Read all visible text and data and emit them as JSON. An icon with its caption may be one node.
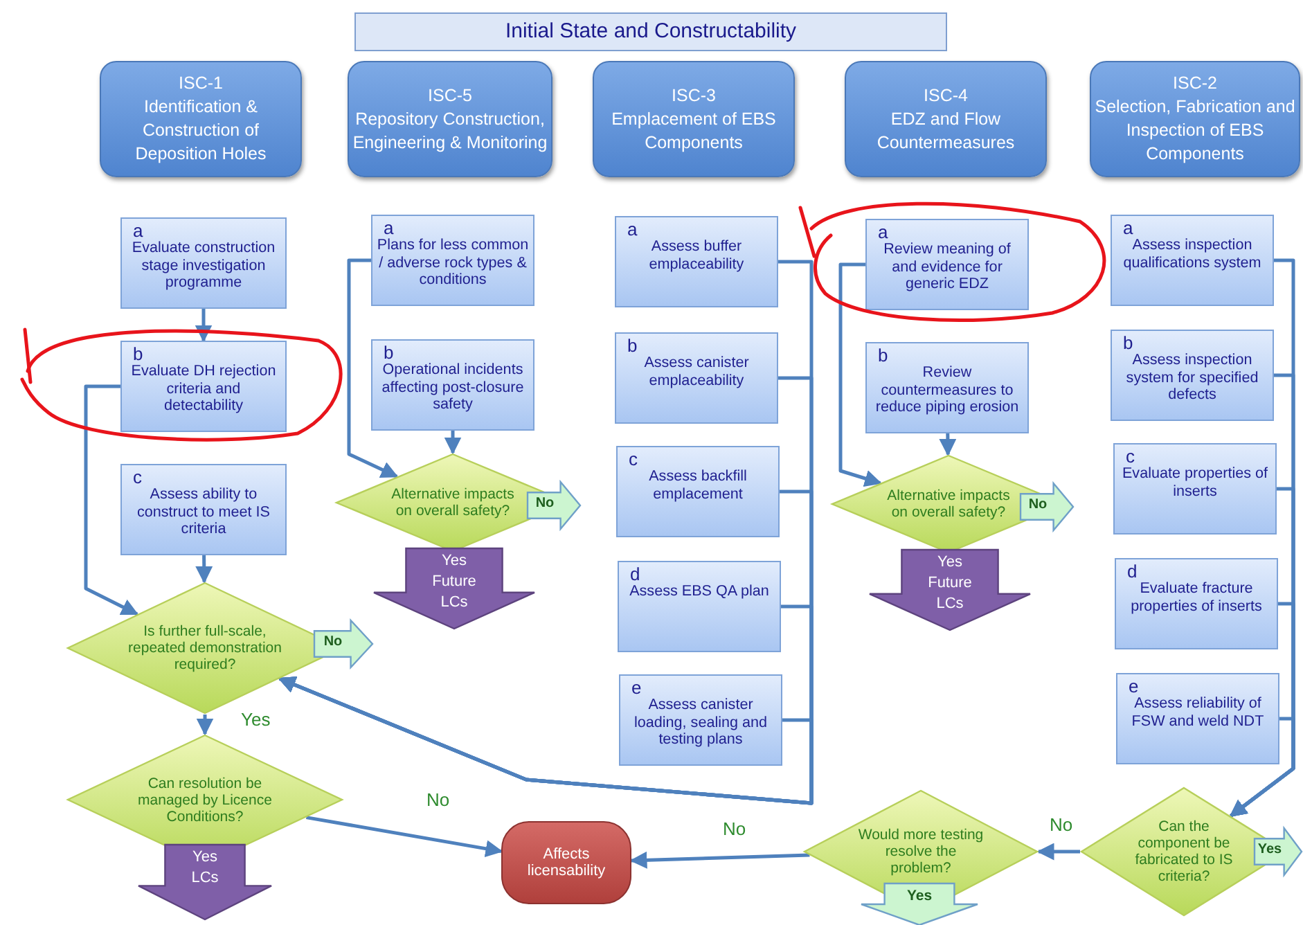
{
  "diagram": {
    "title": "Initial State and Constructability",
    "nodes": [
      {
        "text": [
          "ISC-1",
          "Identification & Construction of Deposition Holes"
        ]
      },
      {
        "text": [
          "ISC-5",
          "Repository Construction, Engineering & Monitoring"
        ]
      },
      {
        "text": [
          "ISC-3",
          "Emplacement of EBS Components"
        ]
      },
      {
        "text": [
          "ISC-4",
          "EDZ and Flow Countermeasures"
        ]
      },
      {
        "text": [
          "ISC-2",
          "Selection, Fabrication and Inspection of EBS Components"
        ]
      },
      {
        "text": [
          "a",
          "Evaluate construction stage investigation programme"
        ]
      },
      {
        "text": [
          "b",
          "Evaluate DH rejection criteria and detectability"
        ]
      },
      {
        "text": [
          "c",
          "Assess ability to construct to meet IS criteria"
        ]
      },
      {
        "text": [
          "Is further full-scale, repeated demonstration required?"
        ]
      },
      {
        "text": [
          "No"
        ]
      },
      {
        "text": [
          "Can resolution be managed by Licence Conditions?"
        ]
      },
      {
        "text": [
          "Yes LCs"
        ]
      },
      {
        "text": [
          "a",
          "Plans for less common / adverse rock types & conditions"
        ]
      },
      {
        "text": [
          "b",
          "Operational incidents affecting post-closure safety"
        ]
      },
      {
        "text": [
          "Alternative impacts on overall safety?"
        ]
      },
      {
        "text": [
          "No"
        ]
      },
      {
        "text": [
          "Yes Future LCs"
        ]
      },
      {
        "text": [
          "a",
          "Assess buffer emplaceability"
        ]
      },
      {
        "text": [
          "b",
          "Assess canister emplaceability"
        ]
      },
      {
        "text": [
          "c",
          "Assess backfill emplacement"
        ]
      },
      {
        "text": [
          "d",
          "Assess EBS QA plan"
        ]
      },
      {
        "text": [
          "e",
          "Assess canister loading, sealing and testing plans"
        ]
      },
      {
        "text": [
          "a",
          "Review meaning of and evidence for generic EDZ"
        ]
      },
      {
        "text": [
          "b",
          "Review countermeasures to reduce piping erosion"
        ]
      },
      {
        "text": [
          "Alternative impacts on overall safety?"
        ]
      },
      {
        "text": [
          "No"
        ]
      },
      {
        "text": [
          "Yes Future LCs"
        ]
      },
      {
        "text": [
          "a",
          "Assess inspection qualifications system"
        ]
      },
      {
        "text": [
          "b",
          "Assess inspection system for specified defects"
        ]
      },
      {
        "text": [
          "c",
          "Evaluate properties of inserts"
        ]
      },
      {
        "text": [
          "d",
          "Evaluate fracture properties of inserts"
        ]
      },
      {
        "text": [
          "e",
          "Assess reliability of FSW and weld NDT"
        ]
      },
      {
        "text": [
          "Can the component be fabricated to IS criteria?"
        ]
      },
      {
        "text": [
          "Yes"
        ]
      },
      {
        "text": [
          "Affects licensability"
        ]
      },
      {
        "text": [
          "Would more testing resolve the problem?"
        ]
      },
      {
        "text": [
          "Yes"
        ]
      }
    ],
    "edges": [
      {
        "from": 5,
        "to": 6,
        "arrow": "to"
      },
      {
        "from": 6,
        "to": 8,
        "arrow": "to"
      },
      {
        "from": 7,
        "to": 8,
        "arrow": "to"
      },
      {
        "from": 8,
        "to": 10,
        "label": "Yes",
        "arrow": "to"
      },
      {
        "from": 10,
        "to": 34,
        "label": "No",
        "arrow": "to"
      },
      {
        "from": 12,
        "to": 14,
        "arrow": "to"
      },
      {
        "from": 13,
        "to": 14,
        "arrow": "to"
      },
      {
        "from": 17,
        "to": 8,
        "arrow": "to"
      },
      {
        "from": 18,
        "to": 8,
        "arrow": "to"
      },
      {
        "from": 19,
        "to": 8,
        "arrow": "to"
      },
      {
        "from": 20,
        "to": 8,
        "arrow": "to"
      },
      {
        "from": 21,
        "to": 8,
        "arrow": "to"
      },
      {
        "from": 22,
        "to": 24,
        "arrow": "to"
      },
      {
        "from": 23,
        "to": 24,
        "arrow": "to"
      },
      {
        "from": 27,
        "to": 32,
        "arrow": "to"
      },
      {
        "from": 28,
        "to": 32,
        "arrow": "to"
      },
      {
        "from": 29,
        "to": 32,
        "arrow": "to"
      },
      {
        "from": 30,
        "to": 32,
        "arrow": "to"
      },
      {
        "from": 31,
        "to": 32,
        "arrow": "to"
      },
      {
        "from": 32,
        "to": 35,
        "label": "No",
        "arrow": "to"
      },
      {
        "from": 35,
        "to": 34,
        "label": "No",
        "arrow": "to"
      }
    ]
  }
}
